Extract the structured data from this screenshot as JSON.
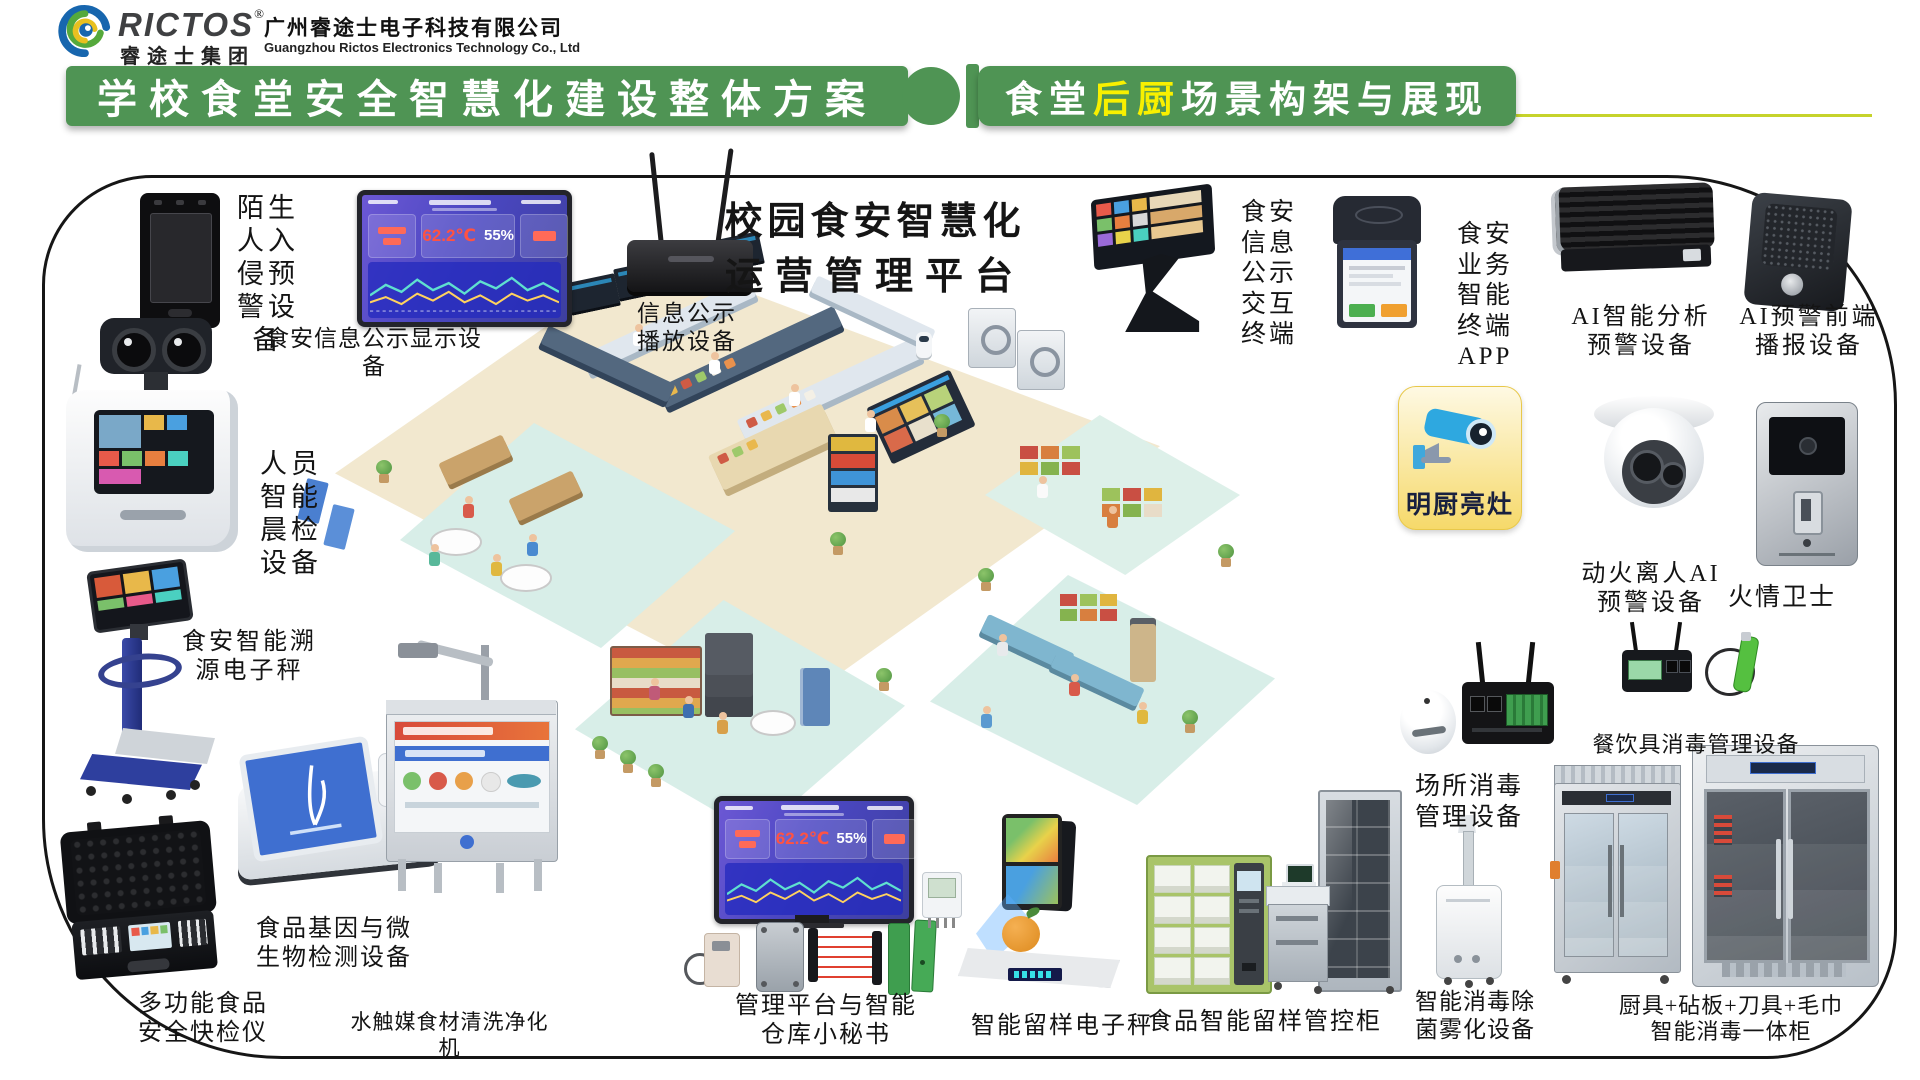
{
  "header": {
    "brand": "RICTOS",
    "brand_reg": "®",
    "brand_cn": "睿途士集团",
    "company_cn": "广州睿途士电子科技有限公司",
    "company_en": "Guangzhou Rictos Electronics Technology Co., Ltd",
    "banner_left": "学校食堂安全智慧化建设整体方案",
    "banner_right_pre": "食堂",
    "banner_right_highlight": "后厨",
    "banner_right_post": "场景构架与展现",
    "accent_green": "#4f9454",
    "highlight_yellow": "#f8f000"
  },
  "platform_title": {
    "line1": "校园食安智慧化",
    "line2": "运营管理平台"
  },
  "dashboard": {
    "temperature": "62.2℃",
    "humidity": "55%"
  },
  "labels": {
    "stranger_alarm": "陌生\n人入\n侵预\n警设\n备",
    "info_display": "食安信息公示显示设备",
    "info_player": "信息公示\n播放设备",
    "info_kiosk": "食安\n信息\n公示\n交互\n终端",
    "smart_app": "食安\n业务\n智能\n终端\nAPP",
    "ai_analysis": "AI智能分析\n预警设备",
    "ai_broadcast": "AI预警前端\n播报设备",
    "morning_check": "人员\n智能\n晨检\n设备",
    "bright_kitchen": "明厨亮灶",
    "fire_ai": "动火离人AI\n预警设备",
    "fire_guard": "火情卫士",
    "trace_scale": "食安智能溯\n源电子秤",
    "tableware_disinfect": "餐饮具消毒管理设备",
    "site_disinfect": "场所消毒\n管理设备",
    "fast_test": "多功能食品\n安全快检仪",
    "gene_test": "食品基因与微\n生物检测设备",
    "washer": "水触媒食材清洗净化机",
    "warehouse_assistant": "管理平台与智能\n仓库小秘书",
    "sample_scale": "智能留样电子秤",
    "sample_cabinet": "食品智能留样管控柜",
    "atomizer": "智能消毒除\n菌雾化设备",
    "utensil_cabinet": "厨具+砧板+刀具+毛巾\n智能消毒一体柜"
  }
}
